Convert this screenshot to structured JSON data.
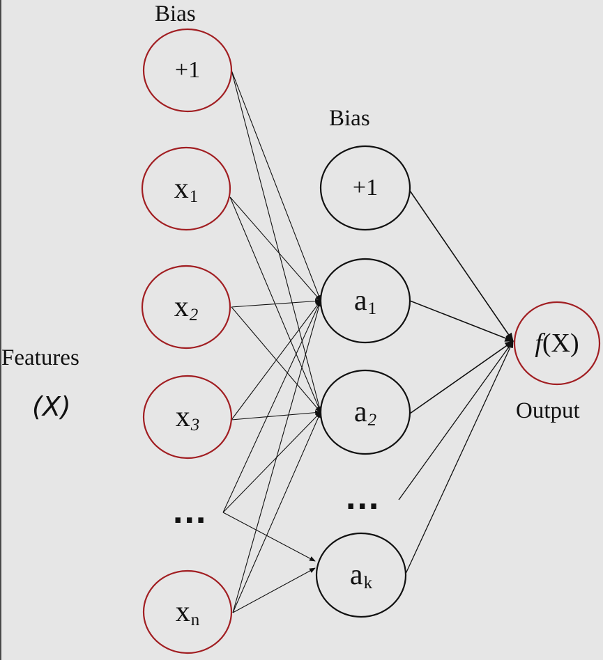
{
  "labels": {
    "input_bias": "Bias",
    "hidden_bias": "Bias",
    "features": "Features",
    "features_symbol": "(X)",
    "output": "Output",
    "input_dots": "...",
    "hidden_dots": "..."
  },
  "input_nodes": [
    {
      "id": "bias",
      "main": "+1",
      "sub": ""
    },
    {
      "id": "x1",
      "main": "x",
      "sub": "1"
    },
    {
      "id": "x2",
      "main": "x",
      "sub": "2"
    },
    {
      "id": "x3",
      "main": "x",
      "sub": "3"
    },
    {
      "id": "xn",
      "main": "x",
      "sub": "n"
    }
  ],
  "hidden_nodes": [
    {
      "id": "bias",
      "main": "+1",
      "sub": ""
    },
    {
      "id": "a1",
      "main": "a",
      "sub": "1"
    },
    {
      "id": "a2",
      "main": "a",
      "sub": "2"
    },
    {
      "id": "ak",
      "main": "a",
      "sub": "k"
    }
  ],
  "output_node": {
    "func": "f",
    "arg": "(X)"
  },
  "colors": {
    "background": "#e6e6e6",
    "input_node_stroke": "#a11e22",
    "hidden_node_stroke": "#111111",
    "output_node_stroke": "#a11e22",
    "edge": "#111111"
  }
}
